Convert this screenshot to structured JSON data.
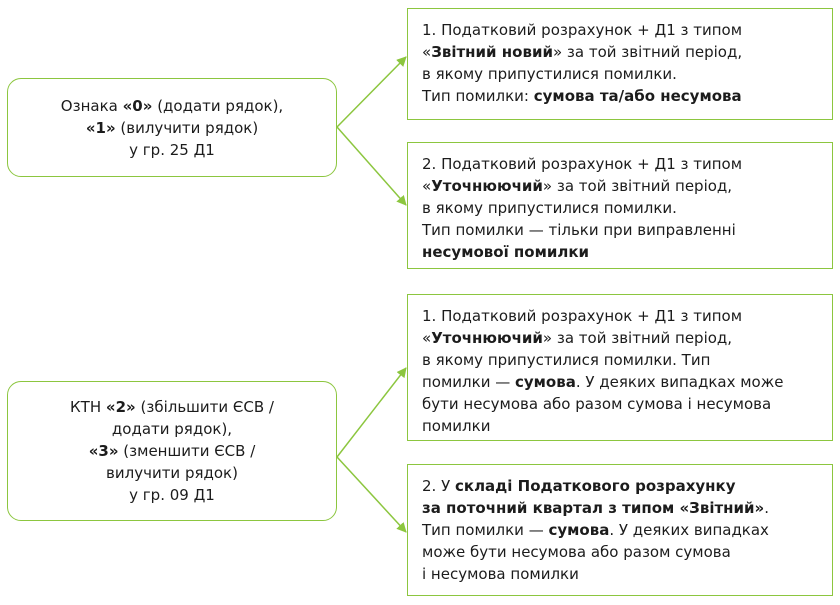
{
  "left_boxes": [
    {
      "lines": [
        {
          "pre": "Ознака ",
          "bold": "«0»",
          "post": " (додати рядок),"
        },
        {
          "pre": "",
          "bold": "«1»",
          "post": " (вилучити рядок)"
        },
        {
          "pre": "у гр. 25 Д1",
          "bold": "",
          "post": ""
        }
      ]
    },
    {
      "lines": [
        {
          "pre": "КТН ",
          "bold": "«2»",
          "post": " (збільшити ЄСВ /"
        },
        {
          "pre": "додати рядок),",
          "bold": "",
          "post": ""
        },
        {
          "pre": "",
          "bold": "«3»",
          "post": " (зменшити ЄСВ /"
        },
        {
          "pre": "вилучити рядок)",
          "bold": "",
          "post": ""
        },
        {
          "pre": "у гр. 09 Д1",
          "bold": "",
          "post": ""
        }
      ]
    }
  ],
  "right_boxes": [
    {
      "lines": [
        {
          "pre": "1. Податковий розрахунок + Д1 з типом",
          "bold": "",
          "post": ""
        },
        {
          "pre": "«",
          "bold": "Звітний новий",
          "post": "» за той звітний період,"
        },
        {
          "pre": "в якому припустилися помилки.",
          "bold": "",
          "post": ""
        },
        {
          "pre": "Тип помилки: ",
          "bold": "сумова та/або несумова",
          "post": ""
        }
      ]
    },
    {
      "lines": [
        {
          "pre": "2. Податковий розрахунок + Д1 з типом",
          "bold": "",
          "post": ""
        },
        {
          "pre": "«",
          "bold": "Уточнюючий",
          "post": "» за той звітний період,"
        },
        {
          "pre": "в якому припустилися помилки.",
          "bold": "",
          "post": ""
        },
        {
          "pre": "Тип помилки — тільки при виправленні",
          "bold": "",
          "post": ""
        },
        {
          "pre": "",
          "bold": "несумової помилки",
          "post": ""
        }
      ]
    },
    {
      "lines": [
        {
          "pre": "1. Податковий розрахунок + Д1 з типом",
          "bold": "",
          "post": ""
        },
        {
          "pre": "«",
          "bold": "Уточнюючий",
          "post": "» за той звітний період,"
        },
        {
          "pre": "в якому припустилися помилки. Тип",
          "bold": "",
          "post": ""
        },
        {
          "pre": "помилки — ",
          "bold": "сумова",
          "post": ". У деяких випадках може"
        },
        {
          "pre": "бути несумова або разом сумова і несумова",
          "bold": "",
          "post": ""
        },
        {
          "pre": "помилки",
          "bold": "",
          "post": ""
        }
      ]
    },
    {
      "lines": [
        {
          "pre": "2. У ",
          "bold": "складі Податкового розрахунку",
          "post": ""
        },
        {
          "pre": "",
          "bold": "за поточний квартал з типом «Звітний»",
          "post": "."
        },
        {
          "pre": "Тип помилки — ",
          "bold": "сумова",
          "post": ". У деяких випадках"
        },
        {
          "pre": "може бути несумова або разом сумова",
          "bold": "",
          "post": ""
        },
        {
          "pre": "і несумова помилки",
          "bold": "",
          "post": ""
        }
      ]
    }
  ],
  "colors": {
    "border": "#8cc63f",
    "arrow": "#8cc63f"
  }
}
